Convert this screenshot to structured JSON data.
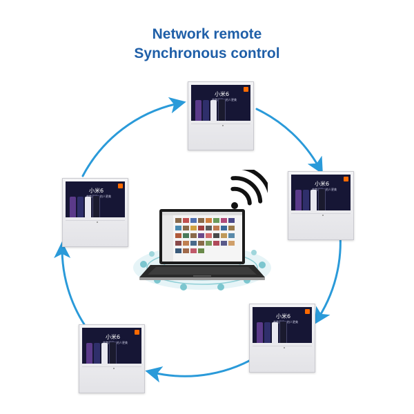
{
  "header": {
    "line1": "Network remote",
    "line2": "Synchronous control"
  },
  "colors": {
    "title": "#1f5fa8",
    "ring": "#2a9ad9",
    "screen": "#161635",
    "brand_badge": "#ff6a00",
    "phones": [
      "#5b3a8a",
      "#2f2f6b",
      "#e8e8f0",
      "#1a1a2e"
    ]
  },
  "kiosk_screen": {
    "model": "小米6",
    "tagline": "变焦双摄，拍人更美"
  },
  "icons": {
    "wifi": "wifi-icon",
    "brand": "mi-logo-icon",
    "network": "network-hub-icon"
  }
}
